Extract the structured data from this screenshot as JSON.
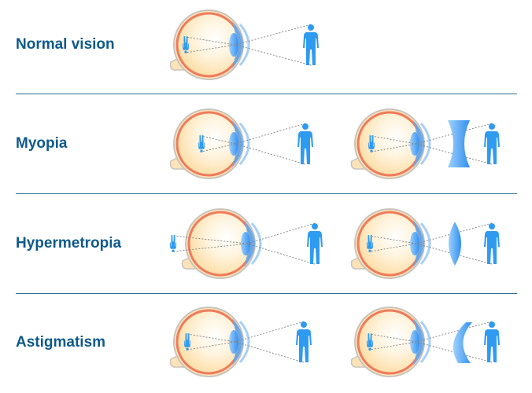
{
  "rows": [
    {
      "label": "Normal vision",
      "corrected": false
    },
    {
      "label": "Myopia",
      "corrected": true,
      "lens": "concave"
    },
    {
      "label": "Hypermetropia",
      "corrected": true,
      "lens": "convex"
    },
    {
      "label": "Astigmatism",
      "corrected": true,
      "lens": "cylindrical"
    }
  ],
  "colors": {
    "text": "#0e5a8a",
    "figure": "#2f9bf0",
    "retina": "#ee7b5c",
    "eyeball": "#fde4b8",
    "separator": "#2a6f8f"
  }
}
